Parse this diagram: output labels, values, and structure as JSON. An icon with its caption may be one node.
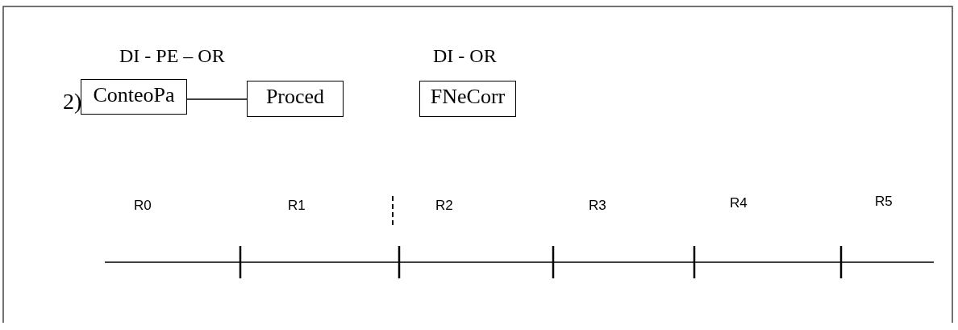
{
  "diagram": {
    "nodes": [
      {
        "text": [
          "ConteoPa"
        ]
      },
      {
        "text": [
          "Proced"
        ]
      },
      {
        "text": [
          "FNeCorr"
        ]
      }
    ],
    "edges": [
      {
        "from": 0,
        "to": 1,
        "arrow": "none"
      }
    ],
    "labels": [
      "DI - PE – OR",
      "DI - OR",
      "2)",
      "R0",
      "R1",
      "R2",
      "R3",
      "R4",
      "R5"
    ]
  }
}
